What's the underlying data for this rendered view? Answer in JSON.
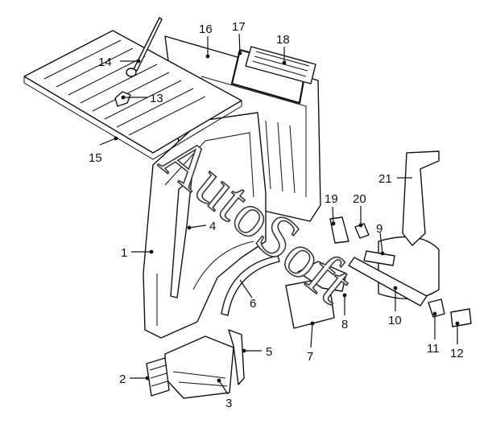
{
  "watermark": "AutoSoft",
  "callouts": [
    {
      "id": "1",
      "label": "1"
    },
    {
      "id": "2",
      "label": "2"
    },
    {
      "id": "3",
      "label": "3"
    },
    {
      "id": "4",
      "label": "4"
    },
    {
      "id": "5",
      "label": "5"
    },
    {
      "id": "6",
      "label": "6"
    },
    {
      "id": "7",
      "label": "7"
    },
    {
      "id": "8",
      "label": "8"
    },
    {
      "id": "9",
      "label": "9"
    },
    {
      "id": "10",
      "label": "10"
    },
    {
      "id": "11",
      "label": "11"
    },
    {
      "id": "12",
      "label": "12"
    },
    {
      "id": "13",
      "label": "13"
    },
    {
      "id": "14",
      "label": "14"
    },
    {
      "id": "15",
      "label": "15"
    },
    {
      "id": "16",
      "label": "16"
    },
    {
      "id": "17",
      "label": "17"
    },
    {
      "id": "18",
      "label": "18"
    },
    {
      "id": "19",
      "label": "19"
    },
    {
      "id": "20",
      "label": "20"
    },
    {
      "id": "21",
      "label": "21"
    }
  ]
}
